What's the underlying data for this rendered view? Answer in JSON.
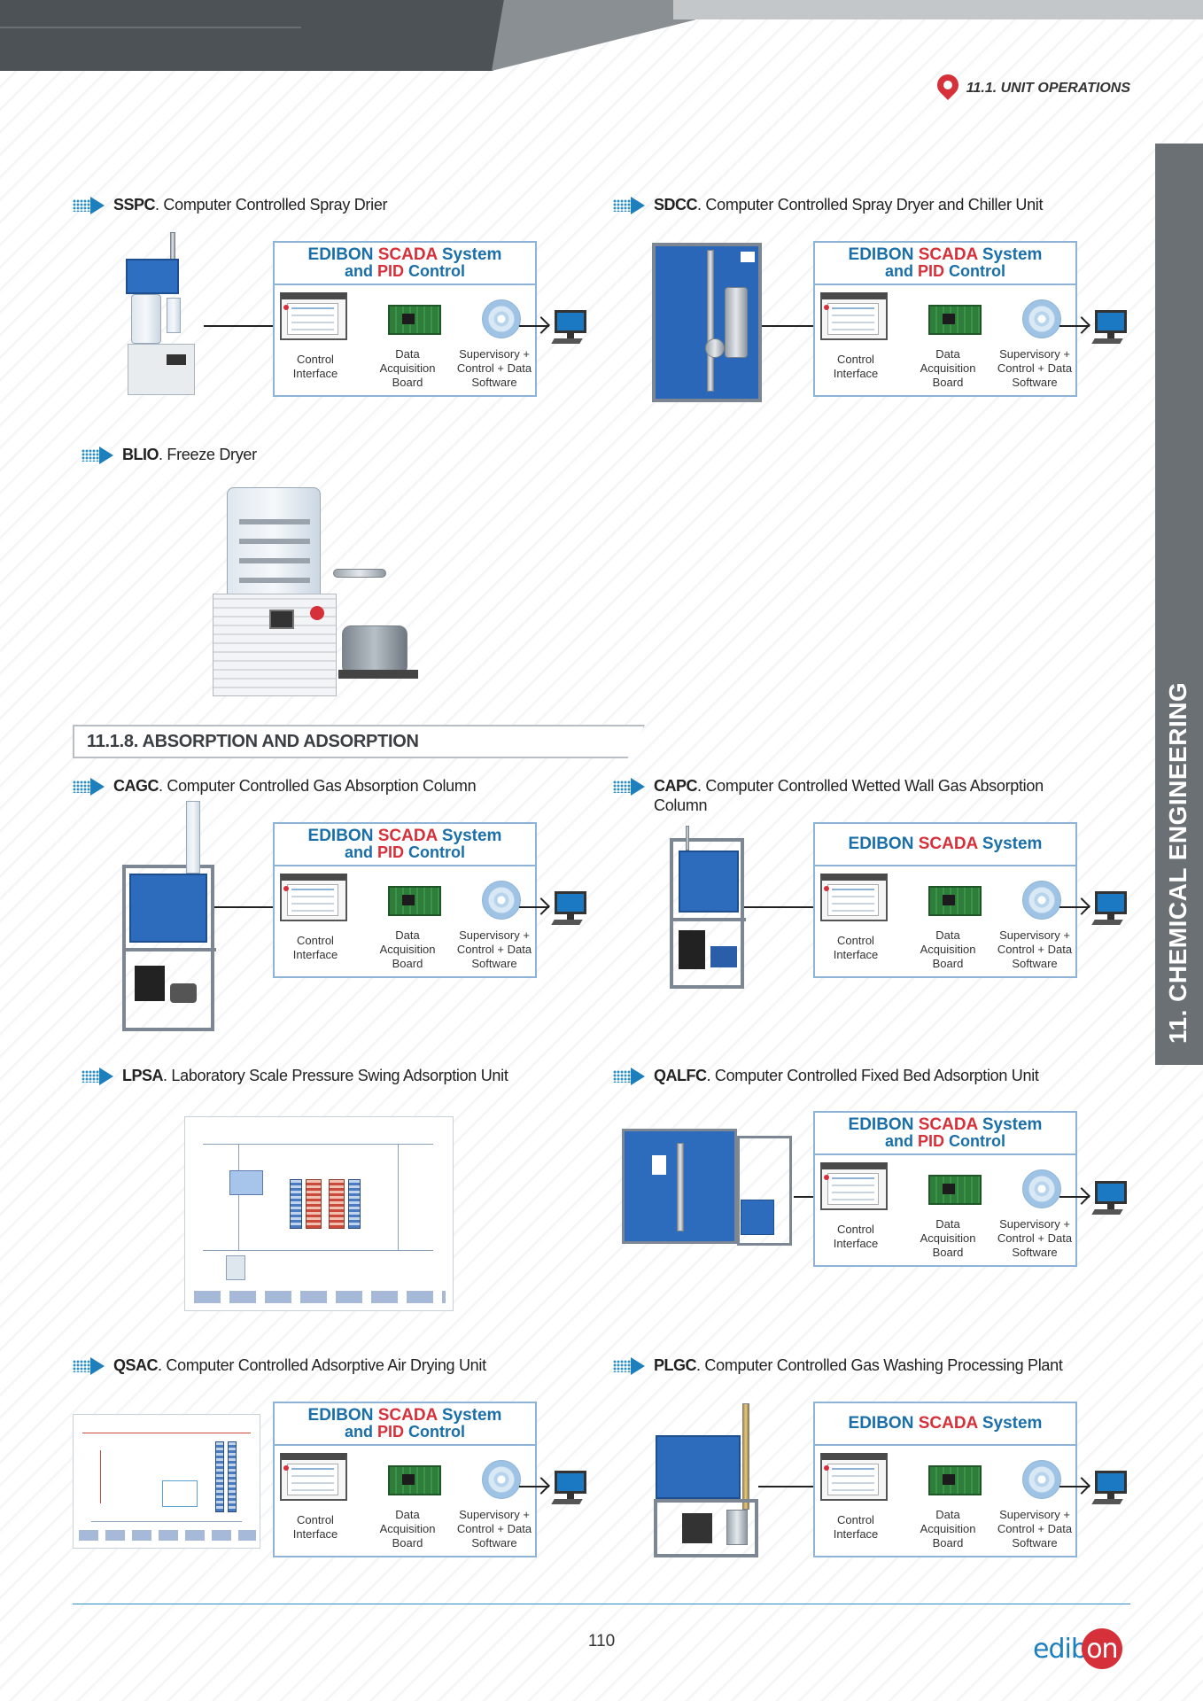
{
  "header": {
    "section": "11.1. UNIT OPERATIONS",
    "side_tab": "11. CHEMICAL ENGINEERING"
  },
  "scada_labels": {
    "edibon": "EDIBON",
    "scada": "SCADA",
    "system": "System",
    "and": "and",
    "pid": "PID",
    "control": "Control",
    "control_interface": "Control Interface",
    "data_acquisition_board": "Data Acquisition Board",
    "supervisory": "Supervisory + Control + Data Software"
  },
  "products": [
    {
      "code": "SSPC",
      "name": ". Computer Controlled Spray Drier",
      "scada": "EDIBON SCADA System and PID Control"
    },
    {
      "code": "SDCC",
      "name": ". Computer Controlled Spray Dryer and Chiller Unit",
      "scada": "EDIBON SCADA System and PID Control"
    },
    {
      "code": "BLIO",
      "name": ". Freeze Dryer"
    },
    {
      "code": "CAGC",
      "name": ". Computer Controlled Gas Absorption Column",
      "scada": "EDIBON SCADA System and PID Control"
    },
    {
      "code": "CAPC",
      "name": ". Computer Controlled Wetted Wall Gas Absorption Column",
      "scada": "EDIBON SCADA System"
    },
    {
      "code": "LPSA",
      "name": ". Laboratory Scale Pressure Swing Adsorption Unit"
    },
    {
      "code": "QALFC",
      "name": ". Computer Controlled Fixed Bed Adsorption Unit",
      "scada": "EDIBON SCADA System and PID Control"
    },
    {
      "code": "QSAC",
      "name": ". Computer Controlled Adsorptive Air Drying Unit",
      "scada": "EDIBON SCADA System and PID Control"
    },
    {
      "code": "PLGC",
      "name": ". Computer Controlled Gas Washing Processing Plant",
      "scada": "EDIBON SCADA System"
    }
  ],
  "section_title": "11.1.8. ABSORPTION AND ADSORPTION",
  "footer": {
    "page_number": "110",
    "logo_a": "edib",
    "logo_b": "on"
  },
  "colors": {
    "accent_blue": "#1e7fbd",
    "accent_red": "#d6303a",
    "tab_gray": "#6b7075"
  }
}
